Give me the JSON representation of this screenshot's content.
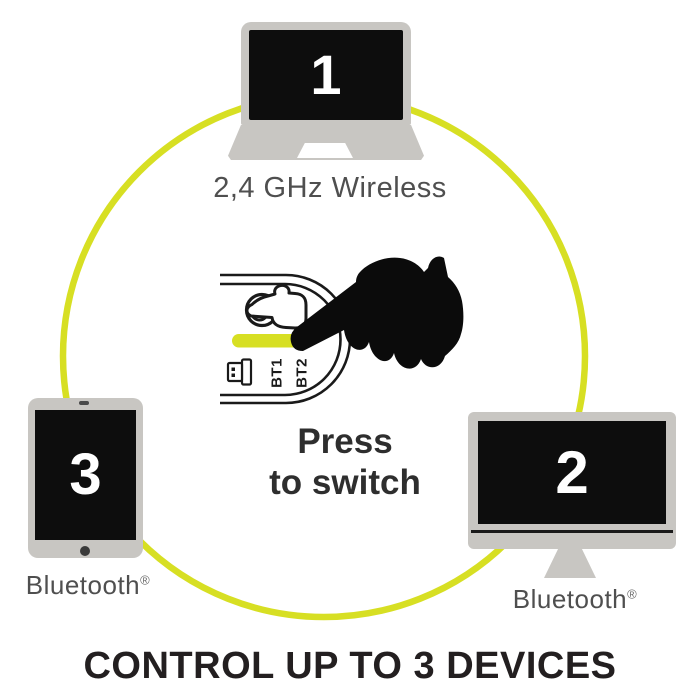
{
  "headline": {
    "text": "CONTROL UP TO 3 DEVICES"
  },
  "colors": {
    "accent_yellow": "#d7df23",
    "device_gray": "#c8c6c2",
    "screen_black": "#0d0d0d",
    "headline_dark": "#231f20",
    "label_gray": "#4f4f4f"
  },
  "devices": {
    "laptop": {
      "number": "1",
      "label": "2,4 GHz Wireless"
    },
    "monitor": {
      "number": "2",
      "label": "Bluetooth",
      "reg": "®"
    },
    "tablet": {
      "number": "3",
      "label": "Bluetooth",
      "reg": "®"
    }
  },
  "center": {
    "press_line1": "Press",
    "press_line2": "to switch",
    "bt1": "BT1",
    "bt2": "BT2"
  }
}
